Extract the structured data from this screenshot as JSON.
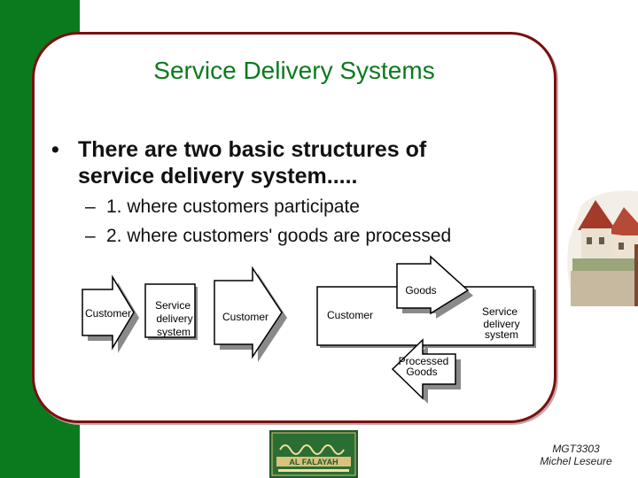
{
  "slide": {
    "title": "Service Delivery Systems",
    "bullet_marker": "•",
    "bullet_text": "There are two basic structures of service delivery system.....",
    "sub_items": [
      {
        "marker": "–",
        "text": "1. where customers participate"
      },
      {
        "marker": "–",
        "text": "2. where customers' goods are processed"
      }
    ]
  },
  "diagram": {
    "left": {
      "input_label": "Customer",
      "system_label_lines": [
        "Service",
        "delivery",
        "system"
      ],
      "output_label": "Customer"
    },
    "right": {
      "customer_label": "Customer",
      "goods_label": "Goods",
      "system_label_lines": [
        "Service",
        "delivery",
        "system"
      ],
      "processed_label_lines": [
        "Processed",
        "Goods"
      ]
    }
  },
  "footer": {
    "course": "MGT3303",
    "author": "Michel Leseure",
    "logo_text": "AL FALAYAH"
  },
  "colors": {
    "green": "#0b7a1e",
    "frame_border": "#7a1010"
  }
}
